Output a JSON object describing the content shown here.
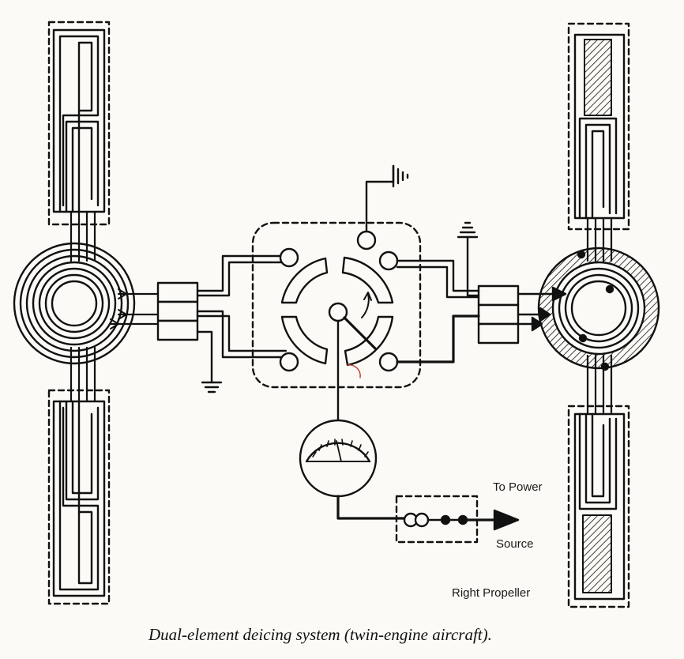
{
  "labels": {
    "to_power": "To Power",
    "source": "Source",
    "right_propeller": "Right Propeller"
  },
  "caption": "Dual-element deicing system (twin-engine aircraft).",
  "colors": {
    "ink": "#111111",
    "paper": "#fbfaf6",
    "accent": "#c0392b"
  }
}
